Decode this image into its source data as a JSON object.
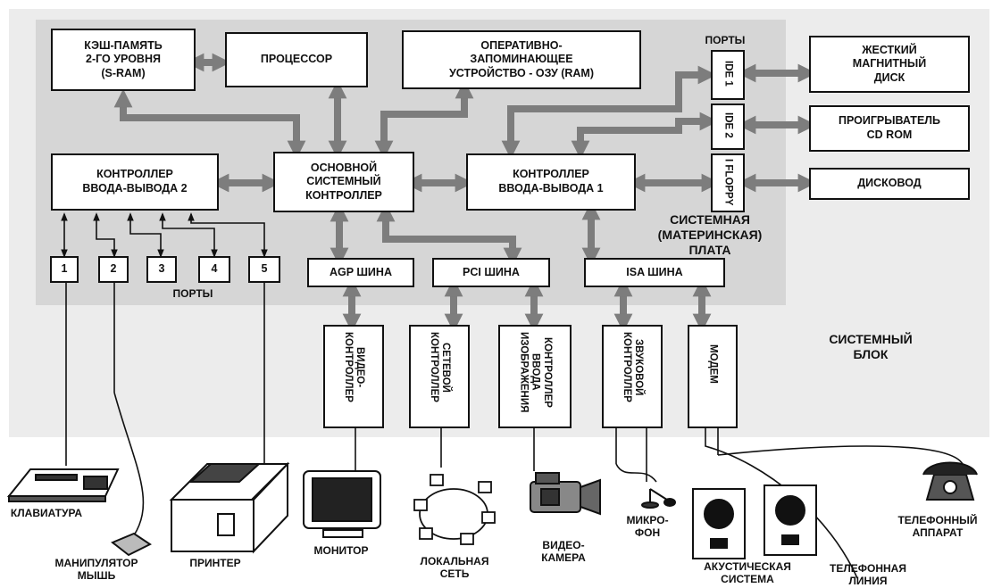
{
  "boxes": {
    "cache": "КЭШ-ПАМЯТЬ\n2-ГО УРОВНЯ\n(S-RAM)",
    "cpu": "ПРОЦЕССОР",
    "ram": "ОПЕРАТИВНО-\nЗАПОМИНАЮЩЕЕ\nУСТРОЙСТВО - ОЗУ (RAM)",
    "hdd": "ЖЕСТКИЙ\nМАГНИТНЫЙ\nДИСК",
    "cdrom": "ПРОИГРЫВАТЕЛЬ\nCD ROM",
    "floppy_drive": "ДИСКОВОД",
    "io2": "КОНТРОЛЛЕР\nВВОДА-ВЫВОДА 2",
    "main_ctrl": "ОСНОВНОЙ\nСИСТЕМНЫЙ\nКОНТРОЛЛЕР",
    "io1": "КОНТРОЛЛЕР\nВВОДА-ВЫВОДА 1",
    "agp": "AGP ШИНА",
    "pci": "PCI ШИНА",
    "isa": "ISA ШИНА"
  },
  "ide_ports": [
    "IDE 1",
    "IDE 2",
    "I FLOPPY"
  ],
  "ports_top_label": "ПОРТЫ",
  "ports_bottom_label": "ПОРТЫ",
  "numbered_ports": [
    "1",
    "2",
    "3",
    "4",
    "5"
  ],
  "motherboard_label": "СИСТЕМНАЯ\n(МАТЕРИНСКАЯ)\nПЛАТА",
  "system_block_label": "СИСТЕМНЫЙ\nБЛОК",
  "controllers": [
    "ВИДЕО-\nКОНТРОЛЛЕР",
    "СЕТЕВОЙ\nКОНТРОЛЛЕР",
    "КОНТРОЛЛЕР\nВВОДА\nИЗОБРАЖЕНИЯ",
    "ЗВУКОВОЙ\nКОНТРОЛЛЕР",
    "МОДЕМ"
  ],
  "devices": {
    "keyboard": "КЛАВИАТУРА",
    "mouse": "МАНИПУЛЯТОР\nМЫШЬ",
    "printer": "ПРИНТЕР",
    "monitor": "МОНИТОР",
    "lan": "ЛОКАЛЬНАЯ\nСЕТЬ",
    "camera": "ВИДЕО-\nКАМЕРА",
    "microphone": "МИКРО-\nФОН",
    "speakers": "АКУСТИЧЕСКАЯ\nСИСТЕМА",
    "phone_line": "ТЕЛЕФОННАЯ\nЛИНИЯ",
    "telephone": "ТЕЛЕФОННЫЙ\nАППАРАТ"
  }
}
